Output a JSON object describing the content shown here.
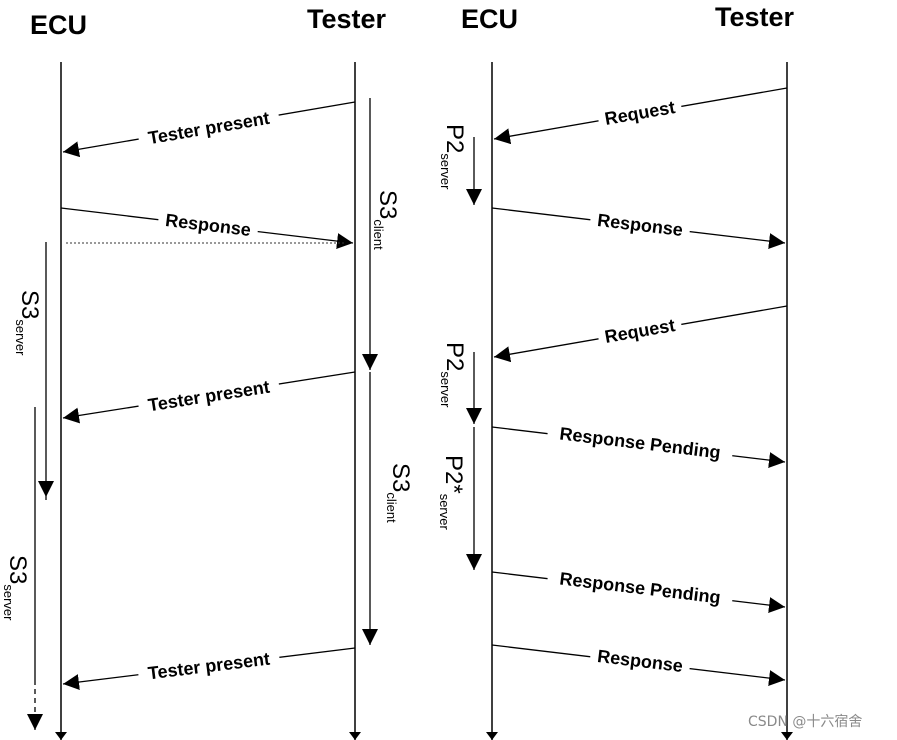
{
  "left_diagram": {
    "ecu_header": "ECU",
    "tester_header": "Tester",
    "messages": {
      "tester_present_1": "Tester present",
      "response": "Response",
      "tester_present_2": "Tester present",
      "tester_present_3": "Tester present"
    },
    "timers": {
      "s3_client_1": {
        "main": "S3",
        "sub": "client"
      },
      "s3_client_2": {
        "main": "S3",
        "sub": "client"
      },
      "s3_server_1": {
        "main": "S3",
        "sub": "server"
      },
      "s3_server_2": {
        "main": "S3",
        "sub": "server"
      }
    }
  },
  "right_diagram": {
    "ecu_header": "ECU",
    "tester_header": "Tester",
    "messages": {
      "request_1": "Request",
      "response_1": "Response",
      "request_2": "Request",
      "response_pending_1": "Response Pending",
      "response_pending_2": "Response Pending",
      "response_2": "Response"
    },
    "timers": {
      "p2_server_1": {
        "main": "P2",
        "sub": "server"
      },
      "p2_server_2": {
        "main": "P2",
        "sub": "server"
      },
      "p2_star_server": {
        "main": "P2*",
        "sub": "server"
      }
    }
  },
  "watermark": "CSDN @十六宿舍"
}
